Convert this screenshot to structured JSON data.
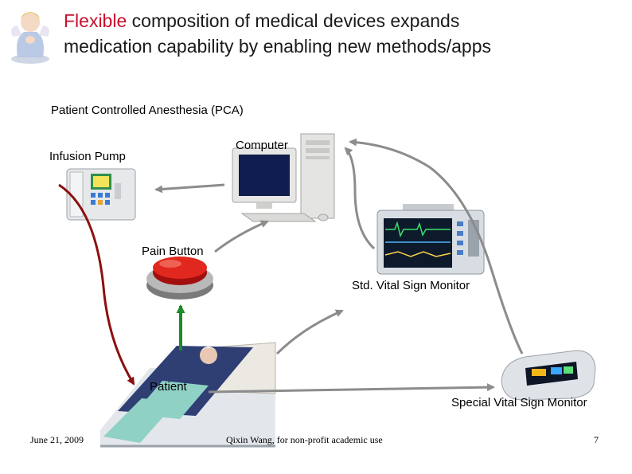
{
  "title": {
    "accent_word": "Flexible",
    "line1_rest": " composition of medical devices expands",
    "line2": "medication capability by enabling new methods/apps"
  },
  "labels": {
    "pca": "Patient Controlled Anesthesia (PCA)",
    "infusion_pump": "Infusion Pump",
    "computer": "Computer",
    "pain_button": "Pain Button",
    "std_monitor": "Std. Vital Sign Monitor",
    "patient": "Patient",
    "special_monitor": "Special Vital Sign Monitor"
  },
  "footer": {
    "date": "June 21, 2009",
    "credit": "Qixin Wang, for non-profit academic use",
    "page": "7"
  },
  "colors": {
    "accent": "#c8102e",
    "arrow_gray": "#8c8c8c",
    "arrow_red": "#8b1010",
    "arrow_green": "#1f8a2a"
  },
  "icons": [
    "angel-figurine-icon",
    "infusion-pump-icon",
    "computer-icon",
    "pain-button-icon",
    "vital-sign-monitor-icon",
    "patient-bed-icon",
    "pulse-oximeter-icon"
  ]
}
